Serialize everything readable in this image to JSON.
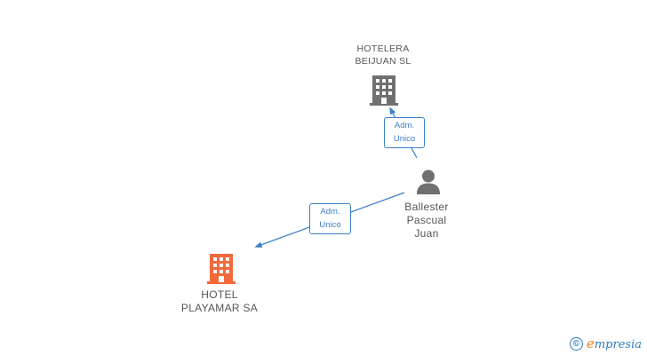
{
  "colors": {
    "edge": "#3b7fc9",
    "company_main": "#f26a3b",
    "company_other": "#707070",
    "person": "#707070",
    "brand": "#2a7bbf",
    "brand_accent": "#f07c1e"
  },
  "nodes": {
    "hotelera": {
      "lines": [
        "HOTELERA",
        "BEIJUAN SL"
      ],
      "icon": "building-icon"
    },
    "person": {
      "lines": [
        "Ballester",
        "Pascual",
        "Juan"
      ],
      "icon": "person-icon"
    },
    "playamar": {
      "lines": [
        "HOTEL",
        "PLAYAMAR SA"
      ],
      "icon": "building-icon"
    }
  },
  "edges": [
    {
      "from": "person",
      "to": "hotelera",
      "label": [
        "Adm.",
        "Unico"
      ]
    },
    {
      "from": "person",
      "to": "playamar",
      "label": [
        "Adm.",
        "Unico"
      ]
    }
  ],
  "brand": {
    "symbol": "©",
    "first_letter": "e",
    "rest": "mpresia"
  }
}
